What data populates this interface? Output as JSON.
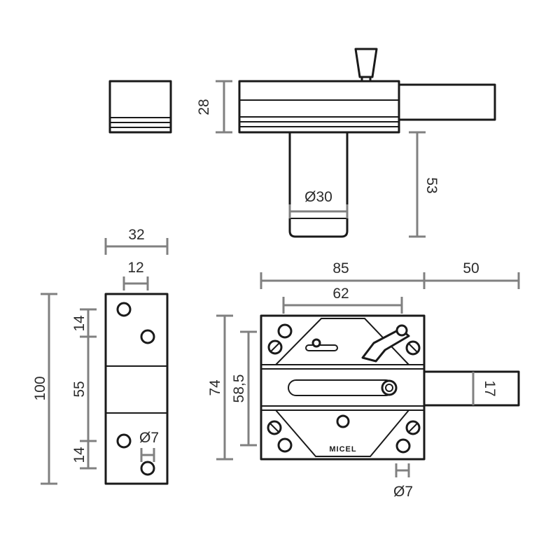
{
  "brand": "MICEL",
  "dimensions": {
    "top_height": "28",
    "drop_height": "53",
    "cylinder_diameter": "Ø30",
    "plate_width": "32",
    "hole_spacing_12": "12",
    "plate_height": "100",
    "segment_top": "14",
    "segment_mid": "55",
    "segment_bottom": "14",
    "plate_hole": "Ø7",
    "body_width": "85",
    "bolt_travel": "50",
    "inner_width": "62",
    "body_height": "74",
    "inner_height": "58,5",
    "bolt_height": "17",
    "body_hole": "Ø7"
  },
  "colors": {
    "outline": "#1a1a1a",
    "dimension": "#808080",
    "background": "#ffffff"
  }
}
